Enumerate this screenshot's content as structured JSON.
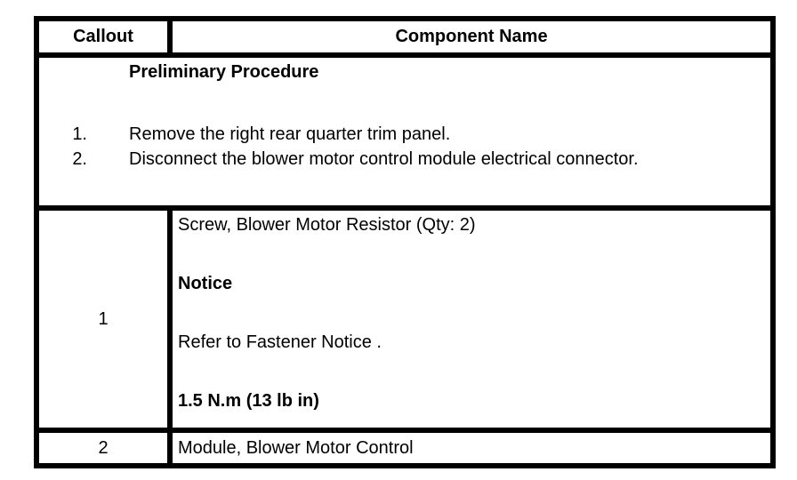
{
  "table": {
    "header": {
      "callout": "Callout",
      "component": "Component Name"
    },
    "preliminary": {
      "title": "Preliminary Procedure",
      "steps": [
        {
          "num": "1.",
          "text": "Remove the right rear quarter trim panel."
        },
        {
          "num": "2.",
          "text": "Disconnect the blower motor control module electrical connector."
        }
      ]
    },
    "rows": [
      {
        "callout": "1",
        "lines": [
          {
            "text": "Screw, Blower Motor Resistor (Qty: 2)",
            "bold": false
          },
          {
            "text": "Notice",
            "bold": true
          },
          {
            "text": "Refer to Fastener Notice .",
            "bold": false
          },
          {
            "text": "1.5 N.m (13 lb in)",
            "bold": true
          }
        ]
      },
      {
        "callout": "2",
        "lines": [
          {
            "text": "Module, Blower Motor Control",
            "bold": false
          }
        ]
      }
    ]
  },
  "colors": {
    "border": "#000000",
    "text": "#000000",
    "background": "#ffffff"
  }
}
